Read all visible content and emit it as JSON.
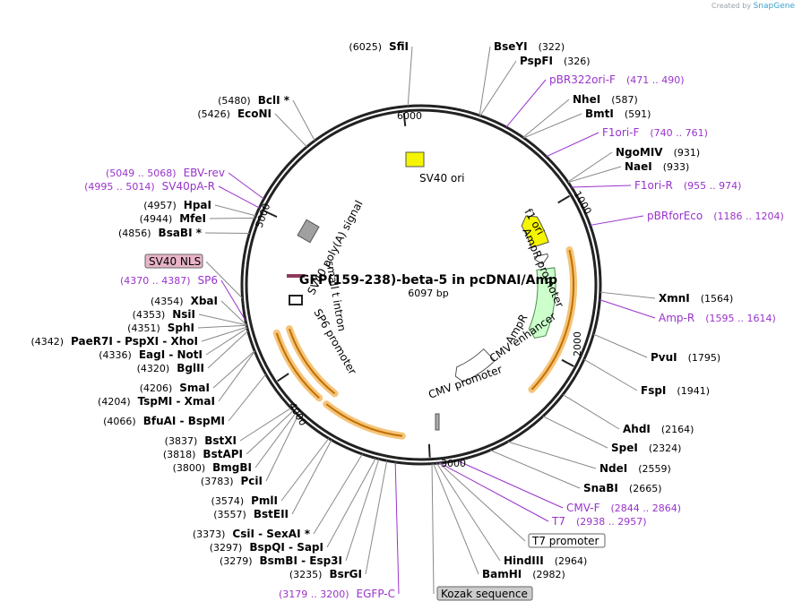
{
  "credit": {
    "prefix": "Created by",
    "brand": "SnapGene"
  },
  "plasmid": {
    "name": "GFP(159-238)-beta-5 in pcDNAI/Amp",
    "length_label": "6097 bp",
    "length": 6097
  },
  "ticks": [
    "1000",
    "2000",
    "3000",
    "4000",
    "5000",
    "6000"
  ],
  "right_labels": [
    {
      "name": "BseYI",
      "pos": "(322)",
      "kind": "site"
    },
    {
      "name": "PspFI",
      "pos": "(326)",
      "kind": "site"
    },
    {
      "name": "pBR322ori-F",
      "pos": "(471 .. 490)",
      "kind": "primer"
    },
    {
      "name": "NheI",
      "pos": "(587)",
      "kind": "site"
    },
    {
      "name": "BmtI",
      "pos": "(591)",
      "kind": "site"
    },
    {
      "name": "F1ori-F",
      "pos": "(740 .. 761)",
      "kind": "primer"
    },
    {
      "name": "NgoMIV",
      "pos": "(931)",
      "kind": "site"
    },
    {
      "name": "NaeI",
      "pos": "(933)",
      "kind": "site"
    },
    {
      "name": "F1ori-R",
      "pos": "(955 .. 974)",
      "kind": "primer"
    },
    {
      "name": "pBRforEco",
      "pos": "(1186 .. 1204)",
      "kind": "primer"
    },
    {
      "name": "XmnI",
      "pos": "(1564)",
      "kind": "site"
    },
    {
      "name": "Amp-R",
      "pos": "(1595 .. 1614)",
      "kind": "primer"
    },
    {
      "name": "PvuI",
      "pos": "(1795)",
      "kind": "site"
    },
    {
      "name": "FspI",
      "pos": "(1941)",
      "kind": "site"
    },
    {
      "name": "AhdI",
      "pos": "(2164)",
      "kind": "site"
    },
    {
      "name": "SpeI",
      "pos": "(2324)",
      "kind": "site"
    },
    {
      "name": "NdeI",
      "pos": "(2559)",
      "kind": "site"
    },
    {
      "name": "SnaBI",
      "pos": "(2665)",
      "kind": "site"
    },
    {
      "name": "CMV-F",
      "pos": "(2844 .. 2864)",
      "kind": "primer"
    },
    {
      "name": "T7",
      "pos": "(2938 .. 2957)",
      "kind": "primer"
    },
    {
      "name": "T7 promoter",
      "pos": "",
      "kind": "feature"
    },
    {
      "name": "HindIII",
      "pos": "(2964)",
      "kind": "site"
    },
    {
      "name": "BamHI",
      "pos": "(2982)",
      "kind": "site"
    },
    {
      "name": "Kozak sequence",
      "pos": "",
      "kind": "feature"
    }
  ],
  "left_labels": [
    {
      "pos": "(6025)",
      "name": "SfiI",
      "kind": "site"
    },
    {
      "pos": "(5480)",
      "name": "BclI *",
      "kind": "site"
    },
    {
      "pos": "(5426)",
      "name": "EcoNI",
      "kind": "site"
    },
    {
      "pos": "(5049 .. 5068)",
      "name": "EBV-rev",
      "kind": "primer"
    },
    {
      "pos": "(4995 .. 5014)",
      "name": "SV40pA-R",
      "kind": "primer"
    },
    {
      "pos": "(4957)",
      "name": "HpaI",
      "kind": "site"
    },
    {
      "pos": "(4944)",
      "name": "MfeI",
      "kind": "site"
    },
    {
      "pos": "(4856)",
      "name": "BsaBI *",
      "kind": "site"
    },
    {
      "pos": "",
      "name": "SV40 NLS",
      "kind": "feature"
    },
    {
      "pos": "(4370 .. 4387)",
      "name": "SP6",
      "kind": "primer"
    },
    {
      "pos": "(4354)",
      "name": "XbaI",
      "kind": "site"
    },
    {
      "pos": "(4353)",
      "name": "NsiI",
      "kind": "site"
    },
    {
      "pos": "(4351)",
      "name": "SphI",
      "kind": "site"
    },
    {
      "pos": "(4342)",
      "name": "PaeR7I  -  PspXI  -  XhoI",
      "kind": "site"
    },
    {
      "pos": "(4336)",
      "name": "EagI  -  NotI",
      "kind": "site"
    },
    {
      "pos": "(4320)",
      "name": "BglII",
      "kind": "site"
    },
    {
      "pos": "(4206)",
      "name": "SmaI",
      "kind": "site"
    },
    {
      "pos": "(4204)",
      "name": "TspMI  -  XmaI",
      "kind": "site"
    },
    {
      "pos": "(4066)",
      "name": "BfuAI  -  BspMI",
      "kind": "site"
    },
    {
      "pos": "(3837)",
      "name": "BstXI",
      "kind": "site"
    },
    {
      "pos": "(3818)",
      "name": "BstAPI",
      "kind": "site"
    },
    {
      "pos": "(3800)",
      "name": "BmgBI",
      "kind": "site"
    },
    {
      "pos": "(3783)",
      "name": "PciI",
      "kind": "site"
    },
    {
      "pos": "(3574)",
      "name": "PmlI",
      "kind": "site"
    },
    {
      "pos": "(3557)",
      "name": "BstEII",
      "kind": "site"
    },
    {
      "pos": "(3373)",
      "name": "CsiI  -  SexAI *",
      "kind": "site"
    },
    {
      "pos": "(3297)",
      "name": "BspQI  -  SapI",
      "kind": "site"
    },
    {
      "pos": "(3279)",
      "name": "BsmBI  -  Esp3I",
      "kind": "site"
    },
    {
      "pos": "(3235)",
      "name": "BsrGI",
      "kind": "site"
    },
    {
      "pos": "(3179 .. 3200)",
      "name": "EGFP-C",
      "kind": "primer"
    }
  ],
  "features": [
    {
      "name": "SV40 ori",
      "color": "#f5f500"
    },
    {
      "name": "f1 ori",
      "color": "#f5f500"
    },
    {
      "name": "AmpR promoter",
      "color": "#ffffff"
    },
    {
      "name": "AmpR",
      "color": "#ccffcc"
    },
    {
      "name": "CMV enhancer",
      "color": "#ffffff"
    },
    {
      "name": "CMV promoter",
      "color": "#ffffff"
    },
    {
      "name": "SP6 promoter",
      "color": "#ffffff"
    },
    {
      "name": "small t intron",
      "color": "#ffffff"
    },
    {
      "name": "SV40 poly(A) signal",
      "color": "#a0a0a0"
    }
  ],
  "colors": {
    "site": "#000000",
    "primer": "#9933cc",
    "ring": "#222222",
    "orf_highlight": "#f5c47a",
    "feature_box": "#e6e6e6",
    "nls_box": "#e8b4c8"
  }
}
